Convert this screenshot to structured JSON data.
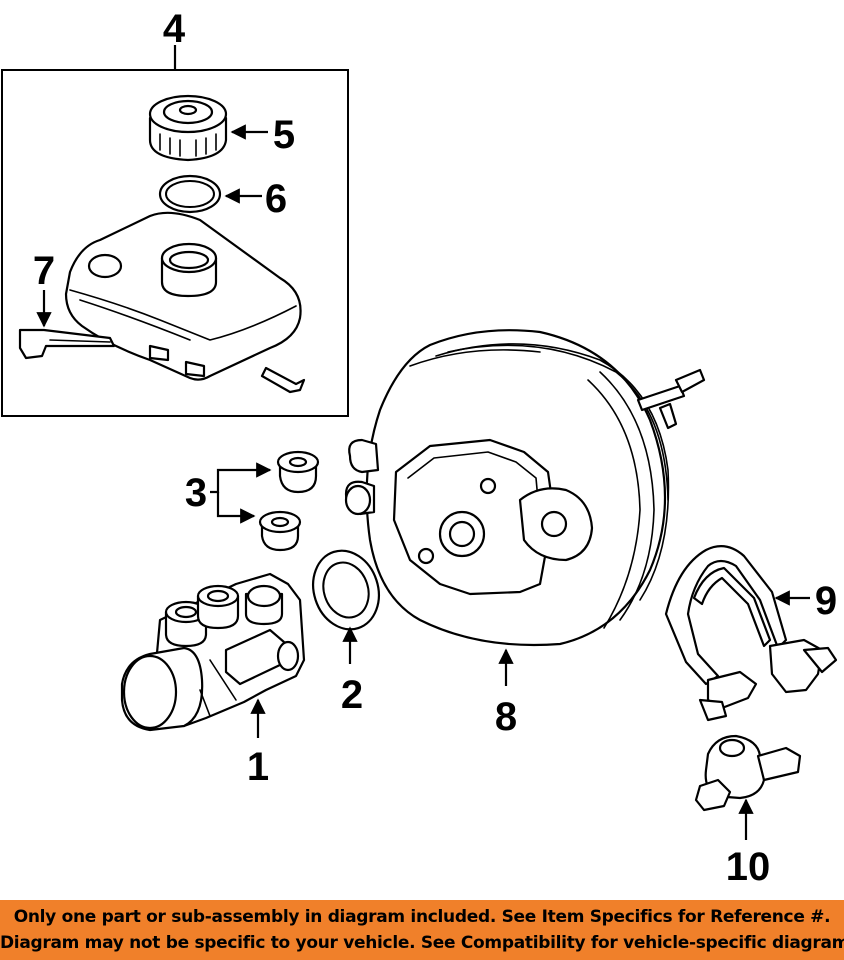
{
  "callouts": {
    "c1": "1",
    "c2": "2",
    "c3": "3",
    "c4": "4",
    "c5": "5",
    "c6": "6",
    "c7": "7",
    "c8": "8",
    "c9": "9",
    "c10": "10"
  },
  "disclaimer": {
    "line1": "Only one part or sub-assembly in diagram included. See Item Specifics for Reference #.",
    "line2": "Diagram may not be specific to your vehicle. See Compatibility for vehicle-specific diagrams."
  },
  "colors": {
    "banner": "#f0802a",
    "line": "#000000",
    "background": "#ffffff"
  }
}
